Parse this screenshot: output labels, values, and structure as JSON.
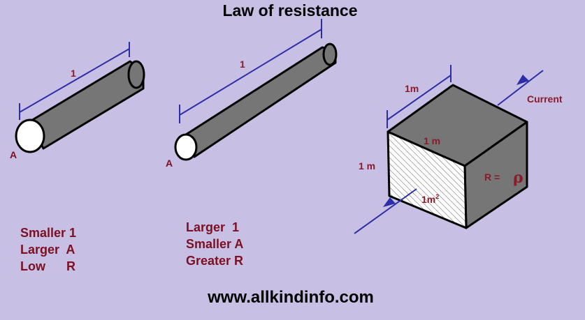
{
  "title": "Law of resistance",
  "website": "www.allkindinfo.com",
  "colors": {
    "background": "#c8c0e4",
    "body": "#767676",
    "dimension_line": "#2b2ea8",
    "label_text": "#7a1022"
  },
  "conductors": [
    {
      "length_label": "1",
      "area_label": "A",
      "notes": [
        "Smaller 1",
        "Larger  A",
        "Low      R"
      ]
    },
    {
      "length_label": "1",
      "area_label": "A",
      "notes": [
        "Larger  1",
        "Smaller A",
        "Greater R"
      ]
    }
  ],
  "cube": {
    "top_edge_label": "1m",
    "front_top_label": "1 m",
    "height_label": "1 m",
    "face_area_label": "1m",
    "face_area_exponent": "2",
    "resistance_label": "R =",
    "rho_symbol": "ρ",
    "current_label": "Current"
  }
}
